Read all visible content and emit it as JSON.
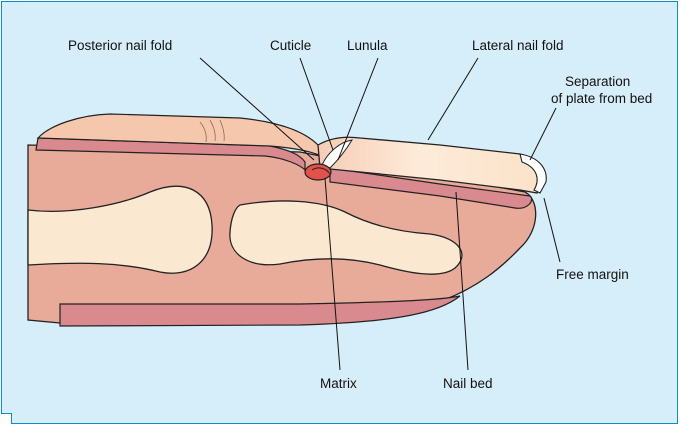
{
  "labels": {
    "posterior_nail_fold": "Posterior nail fold",
    "cuticle": "Cuticle",
    "lunula": "Lunula",
    "lateral_nail_fold": "Lateral nail fold",
    "separation_line1": "Separation",
    "separation_line2": "of plate from bed",
    "free_margin": "Free margin",
    "matrix": "Matrix",
    "nail_bed": "Nail bed"
  },
  "colors": {
    "background": "#d6eef9",
    "border": "#0e8cc6",
    "skin": "#e8aa98",
    "skin_dark": "#d88a8e",
    "bone": "#fbe8d0",
    "nail_plate": "#fbe6d2",
    "matrix": "#e0524a"
  }
}
